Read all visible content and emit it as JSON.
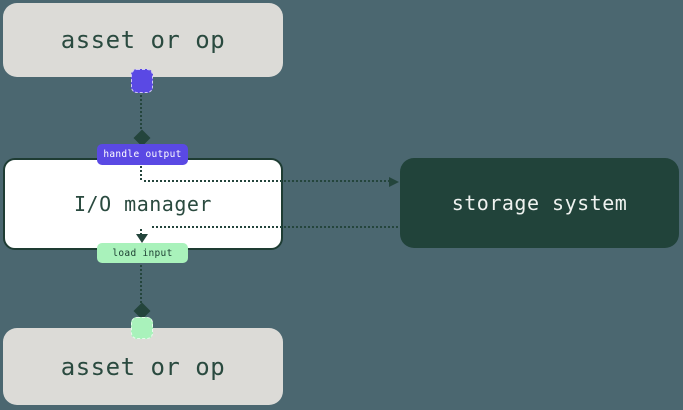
{
  "diagram": {
    "nodes": {
      "asset_top": {
        "label": "asset or op"
      },
      "io_manager": {
        "label": "I/O manager"
      },
      "storage": {
        "label": "storage system"
      },
      "asset_bottom": {
        "label": "asset or op"
      }
    },
    "badges": {
      "handle_output": {
        "label": "handle output"
      },
      "load_input": {
        "label": "load input"
      }
    },
    "connectors": [
      {
        "from": "asset_top",
        "to": "handle_output",
        "style": "dotted",
        "end": "diamond"
      },
      {
        "from": "handle_output",
        "to": "storage",
        "style": "dotted",
        "end": "arrow-right"
      },
      {
        "from": "storage",
        "to": "load_input",
        "style": "dotted",
        "end": "arrow-down"
      },
      {
        "from": "load_input",
        "to": "asset_bottom",
        "style": "dotted",
        "end": "diamond"
      }
    ],
    "colors": {
      "background": "#4b6770",
      "asset_node_bg": "#dcdbd7",
      "asset_node_text": "#2a4a3f",
      "io_node_bg": "#ffffff",
      "io_node_border": "#1e3c33",
      "storage_bg": "#21433a",
      "storage_text": "#eef2ef",
      "handle_output_bg": "#5a49e4",
      "handle_output_text": "#ffffff",
      "load_input_bg": "#a9f2bb",
      "load_input_text": "#1d4033",
      "connector": "#24453c"
    }
  }
}
